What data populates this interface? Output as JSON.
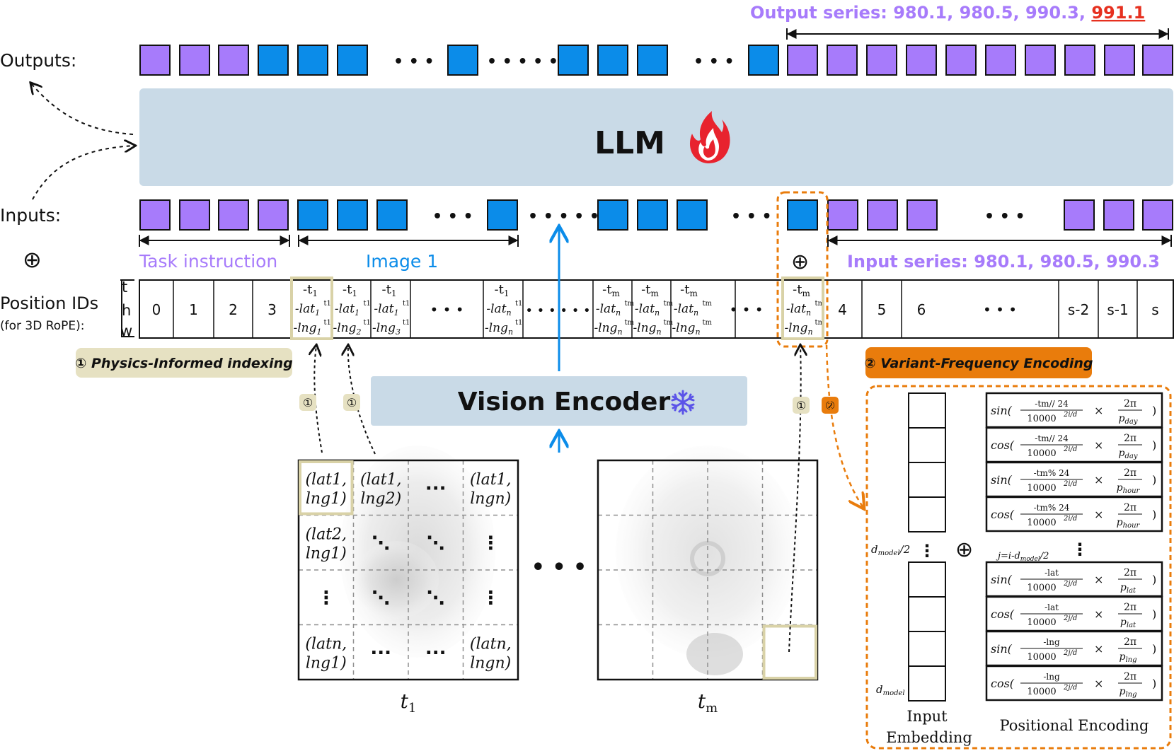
{
  "colors": {
    "purple": "#A77BFB",
    "blue": "#0B8CE9",
    "llm_bg": "#C9DAE7",
    "encoder_bg": "#C9DAE7",
    "orange": "#E97C0C",
    "khaki": "#E6E1C2",
    "khaki_border": "#D9D2A7",
    "red": "#E6301F",
    "black": "#111111",
    "gray_grid": "#8F8F8F"
  },
  "labels": {
    "outputs": "Outputs:",
    "inputs": "Inputs:",
    "plus": "⊕",
    "position_ids": "Position IDs",
    "for_3d_rope": "(for 3D RoPE):",
    "axis_t": "t",
    "axis_h": "h",
    "axis_w": "w"
  },
  "output_series": {
    "prefix": "Output series: 980.1, 980.5, 990.3, ",
    "highlight": "991.1"
  },
  "input_series": "Input series: 980.1, 980.5, 990.3",
  "task_instruction": "Task instruction",
  "image_1": "Image 1",
  "llm": {
    "title": "LLM",
    "icon": "fire-icon"
  },
  "vision_encoder": {
    "title": "Vision Encoder",
    "icon": "snowflake-icon"
  },
  "badges": {
    "physics": "① Physics-Informed indexing",
    "variant": "② Variant-Frequency Encoding",
    "one": "①",
    "two": "②"
  },
  "ellipsis": {
    "short": "• • •",
    "long": "• • • • • •"
  },
  "position_cells": {
    "task": [
      "0",
      "1",
      "2",
      "3"
    ],
    "series": [
      "4",
      "5",
      "6",
      "• • •",
      "s-2",
      "s-1",
      "s"
    ],
    "t1_cells": [
      {
        "t": "-t",
        "tsub": "1",
        "h": "-lat",
        "hsub": "1",
        "hsup": "t1",
        "w": "-lng",
        "wsub": "1",
        "wsup": "t1"
      },
      {
        "t": "-t",
        "tsub": "1",
        "h": "-lat",
        "hsub": "1",
        "hsup": "t1",
        "w": "-lng",
        "wsub": "2",
        "wsup": "t1"
      },
      {
        "t": "-t",
        "tsub": "1",
        "h": "-lat",
        "hsub": "1",
        "hsup": "t1",
        "w": "-lng",
        "wsub": "3",
        "wsup": "t1"
      },
      {
        "t": "-t",
        "tsub": "1",
        "h": "-lat",
        "hsub": "n",
        "hsup": "t1",
        "w": "-lng",
        "wsub": "n",
        "wsup": "t1"
      }
    ],
    "tm_cells": [
      {
        "t": "-t",
        "tsub": "m",
        "h": "-lat",
        "hsub": "n",
        "hsup": "tm",
        "w": "-lng",
        "wsub": "n",
        "wsup": "tm"
      },
      {
        "t": "-t",
        "tsub": "m",
        "h": "-lat",
        "hsub": "n",
        "hsup": "tm",
        "w": "-lng",
        "wsub": "n",
        "wsup": "tm"
      },
      {
        "t": "-t",
        "tsub": "m",
        "h": "-lat",
        "hsub": "n",
        "hsup": "tm",
        "w": "-lng",
        "wsub": "n",
        "wsup": "tm"
      }
    ],
    "series_cell": {
      "t": "-t",
      "tsub": "m",
      "h": "-lat",
      "hsub": "n",
      "hsup": "tm",
      "w": "-lng",
      "wsub": "n",
      "wsup": "tm"
    }
  },
  "grid_t1": {
    "cells": [
      [
        "(lat1,|lng1)",
        "(lat1,|lng2)",
        "···",
        "(lat1,|lngn)"
      ],
      [
        "(lat2,|lng1)",
        "⋱",
        "⋱",
        "⋮"
      ],
      [
        "⋮",
        "⋱",
        "⋱",
        "⋮"
      ],
      [
        "(latn,|lng1)",
        "···",
        "···",
        "(latn,|lngn)"
      ]
    ],
    "caption": "t",
    "caption_sub": "1"
  },
  "grid_tm": {
    "caption": "t",
    "caption_sub": "m"
  },
  "embedding": {
    "input_label": [
      "Input",
      "Embedding"
    ],
    "positional_label": "Positional Encoding",
    "dmodel_half": "d",
    "dmodel_half_sub": "model",
    "dmodel_half_suffix": "/2",
    "dmodel": "d",
    "dmodel_sub": "model",
    "j_label": "j=i-d",
    "j_sub": "model",
    "j_suffix": "/2",
    "formulas": [
      {
        "fn": "sin",
        "num": "-tm// 24",
        "den": "10000",
        "exp": "2i/d",
        "p": "p",
        "psub": "day"
      },
      {
        "fn": "cos",
        "num": "-tm// 24",
        "den": "10000",
        "exp": "2i/d",
        "p": "p",
        "psub": "day"
      },
      {
        "fn": "sin",
        "num": "-tm% 24",
        "den": "10000",
        "exp": "2i/d",
        "p": "p",
        "psub": "hour"
      },
      {
        "fn": "cos",
        "num": "-tm% 24",
        "den": "10000",
        "exp": "2i/d",
        "p": "p",
        "psub": "hour"
      },
      {
        "fn": "sin",
        "num": "-lat",
        "den": "10000",
        "exp": "2j/d",
        "p": "p",
        "psub": "lat"
      },
      {
        "fn": "cos",
        "num": "-lat",
        "den": "10000",
        "exp": "2j/d",
        "p": "p",
        "psub": "lat"
      },
      {
        "fn": "sin",
        "num": "-lng",
        "den": "10000",
        "exp": "2j/d",
        "p": "p",
        "psub": "lng"
      },
      {
        "fn": "cos",
        "num": "-lng",
        "den": "10000",
        "exp": "2j/d",
        "p": "p",
        "psub": "lng"
      }
    ],
    "times": "×",
    "two_pi": "2π"
  },
  "token_rows": {
    "outputs": [
      "purple",
      "purple",
      "purple",
      "blue",
      "blue",
      "blue",
      "dots",
      "blue",
      "dots6",
      "blue",
      "blue",
      "blue",
      "dots",
      "blue",
      "purple",
      "purple",
      "purple",
      "purple",
      "purple",
      "purple",
      "purple",
      "purple",
      "purple",
      "purple"
    ],
    "inputs": [
      "purple",
      "purple",
      "purple",
      "purple",
      "blue",
      "blue",
      "blue",
      "dots",
      "blue",
      "dots6",
      "blue",
      "blue",
      "blue",
      "dots",
      "blue",
      "purple",
      "purple",
      "purple",
      "dots",
      "purple",
      "purple",
      "purple"
    ]
  }
}
